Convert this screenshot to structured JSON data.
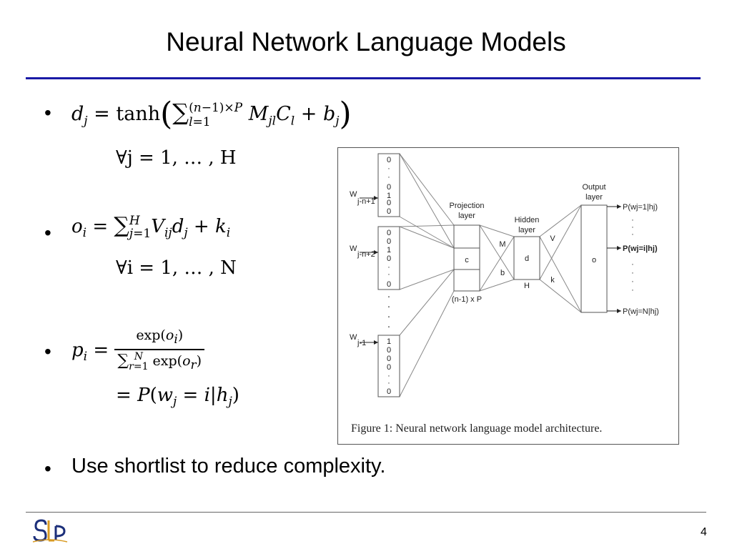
{
  "slide": {
    "title": "Neural Network Language Models",
    "page_number": "4",
    "logo_text": "SLP",
    "bullet_text": "Use shortlist to reduce complexity."
  },
  "equations": {
    "eq1_forall": "∀j = 1, … , H",
    "eq2_forall": "∀i = 1, … , N",
    "eq3_result": "= P(wⱼ = i|hⱼ)"
  },
  "figure": {
    "caption": "Figure 1: Neural network language model architecture.",
    "projection_layer_label": [
      "Projection",
      "layer"
    ],
    "hidden_layer_label": [
      "Hidden",
      "layer"
    ],
    "output_layer_label": [
      "Output",
      "layer"
    ],
    "proj_size_label": "(n-1) x P",
    "hidden_size_label": "H",
    "node_c": "c",
    "node_d": "d",
    "node_o": "o",
    "weight_M": "M",
    "weight_b": "b",
    "weight_V": "V",
    "weight_k": "k",
    "inputs": [
      "W j-n+1",
      "W j-n+2",
      "W j-1"
    ],
    "outputs": [
      "P(wj=1|hj)",
      "P(wj=i|hj)",
      "P(wj=N|hj)"
    ],
    "input_vec_1": [
      "0",
      "·",
      "·",
      "0",
      "1",
      "0",
      "0"
    ],
    "input_vec_2": [
      "0",
      "0",
      "1",
      "0",
      "·",
      "·",
      "0"
    ],
    "input_vec_3": [
      "1",
      "0",
      "0",
      "0",
      "·",
      "·",
      "0"
    ]
  }
}
